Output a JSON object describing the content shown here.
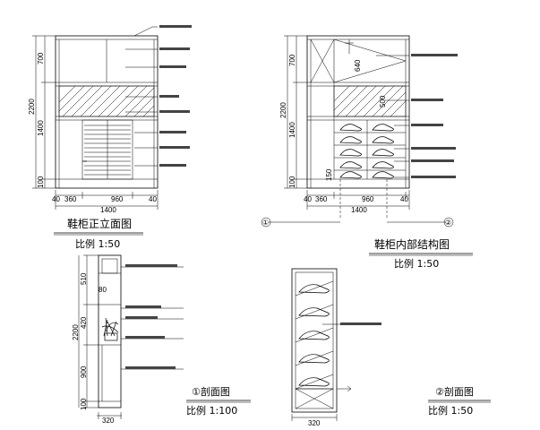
{
  "front_elevation": {
    "title": "鞋柜正立面图",
    "scale": "比例 1:50",
    "dims_vertical": [
      "2200",
      "700",
      "1400",
      "100"
    ],
    "dims_horizontal": [
      "40",
      "360",
      "960",
      "40",
      "1400"
    ]
  },
  "interior": {
    "title": "鞋柜内部结构图",
    "scale": "比例 1:50",
    "dims_vertical": [
      "2200",
      "700",
      "1400",
      "100",
      "640",
      "500",
      "150"
    ],
    "dims_horizontal": [
      "40",
      "360",
      "960",
      "40",
      "1400"
    ],
    "marker_a": "①",
    "marker_b": "②"
  },
  "section1": {
    "title": "①剖面图",
    "scale": "比例 1:100",
    "dims_vertical": [
      "2200",
      "510",
      "420",
      "900",
      "100",
      "80"
    ],
    "dims_horizontal": [
      "320"
    ]
  },
  "section2": {
    "title": "②剖面图",
    "scale": "比例 1:50",
    "dims_horizontal": [
      "320"
    ]
  }
}
